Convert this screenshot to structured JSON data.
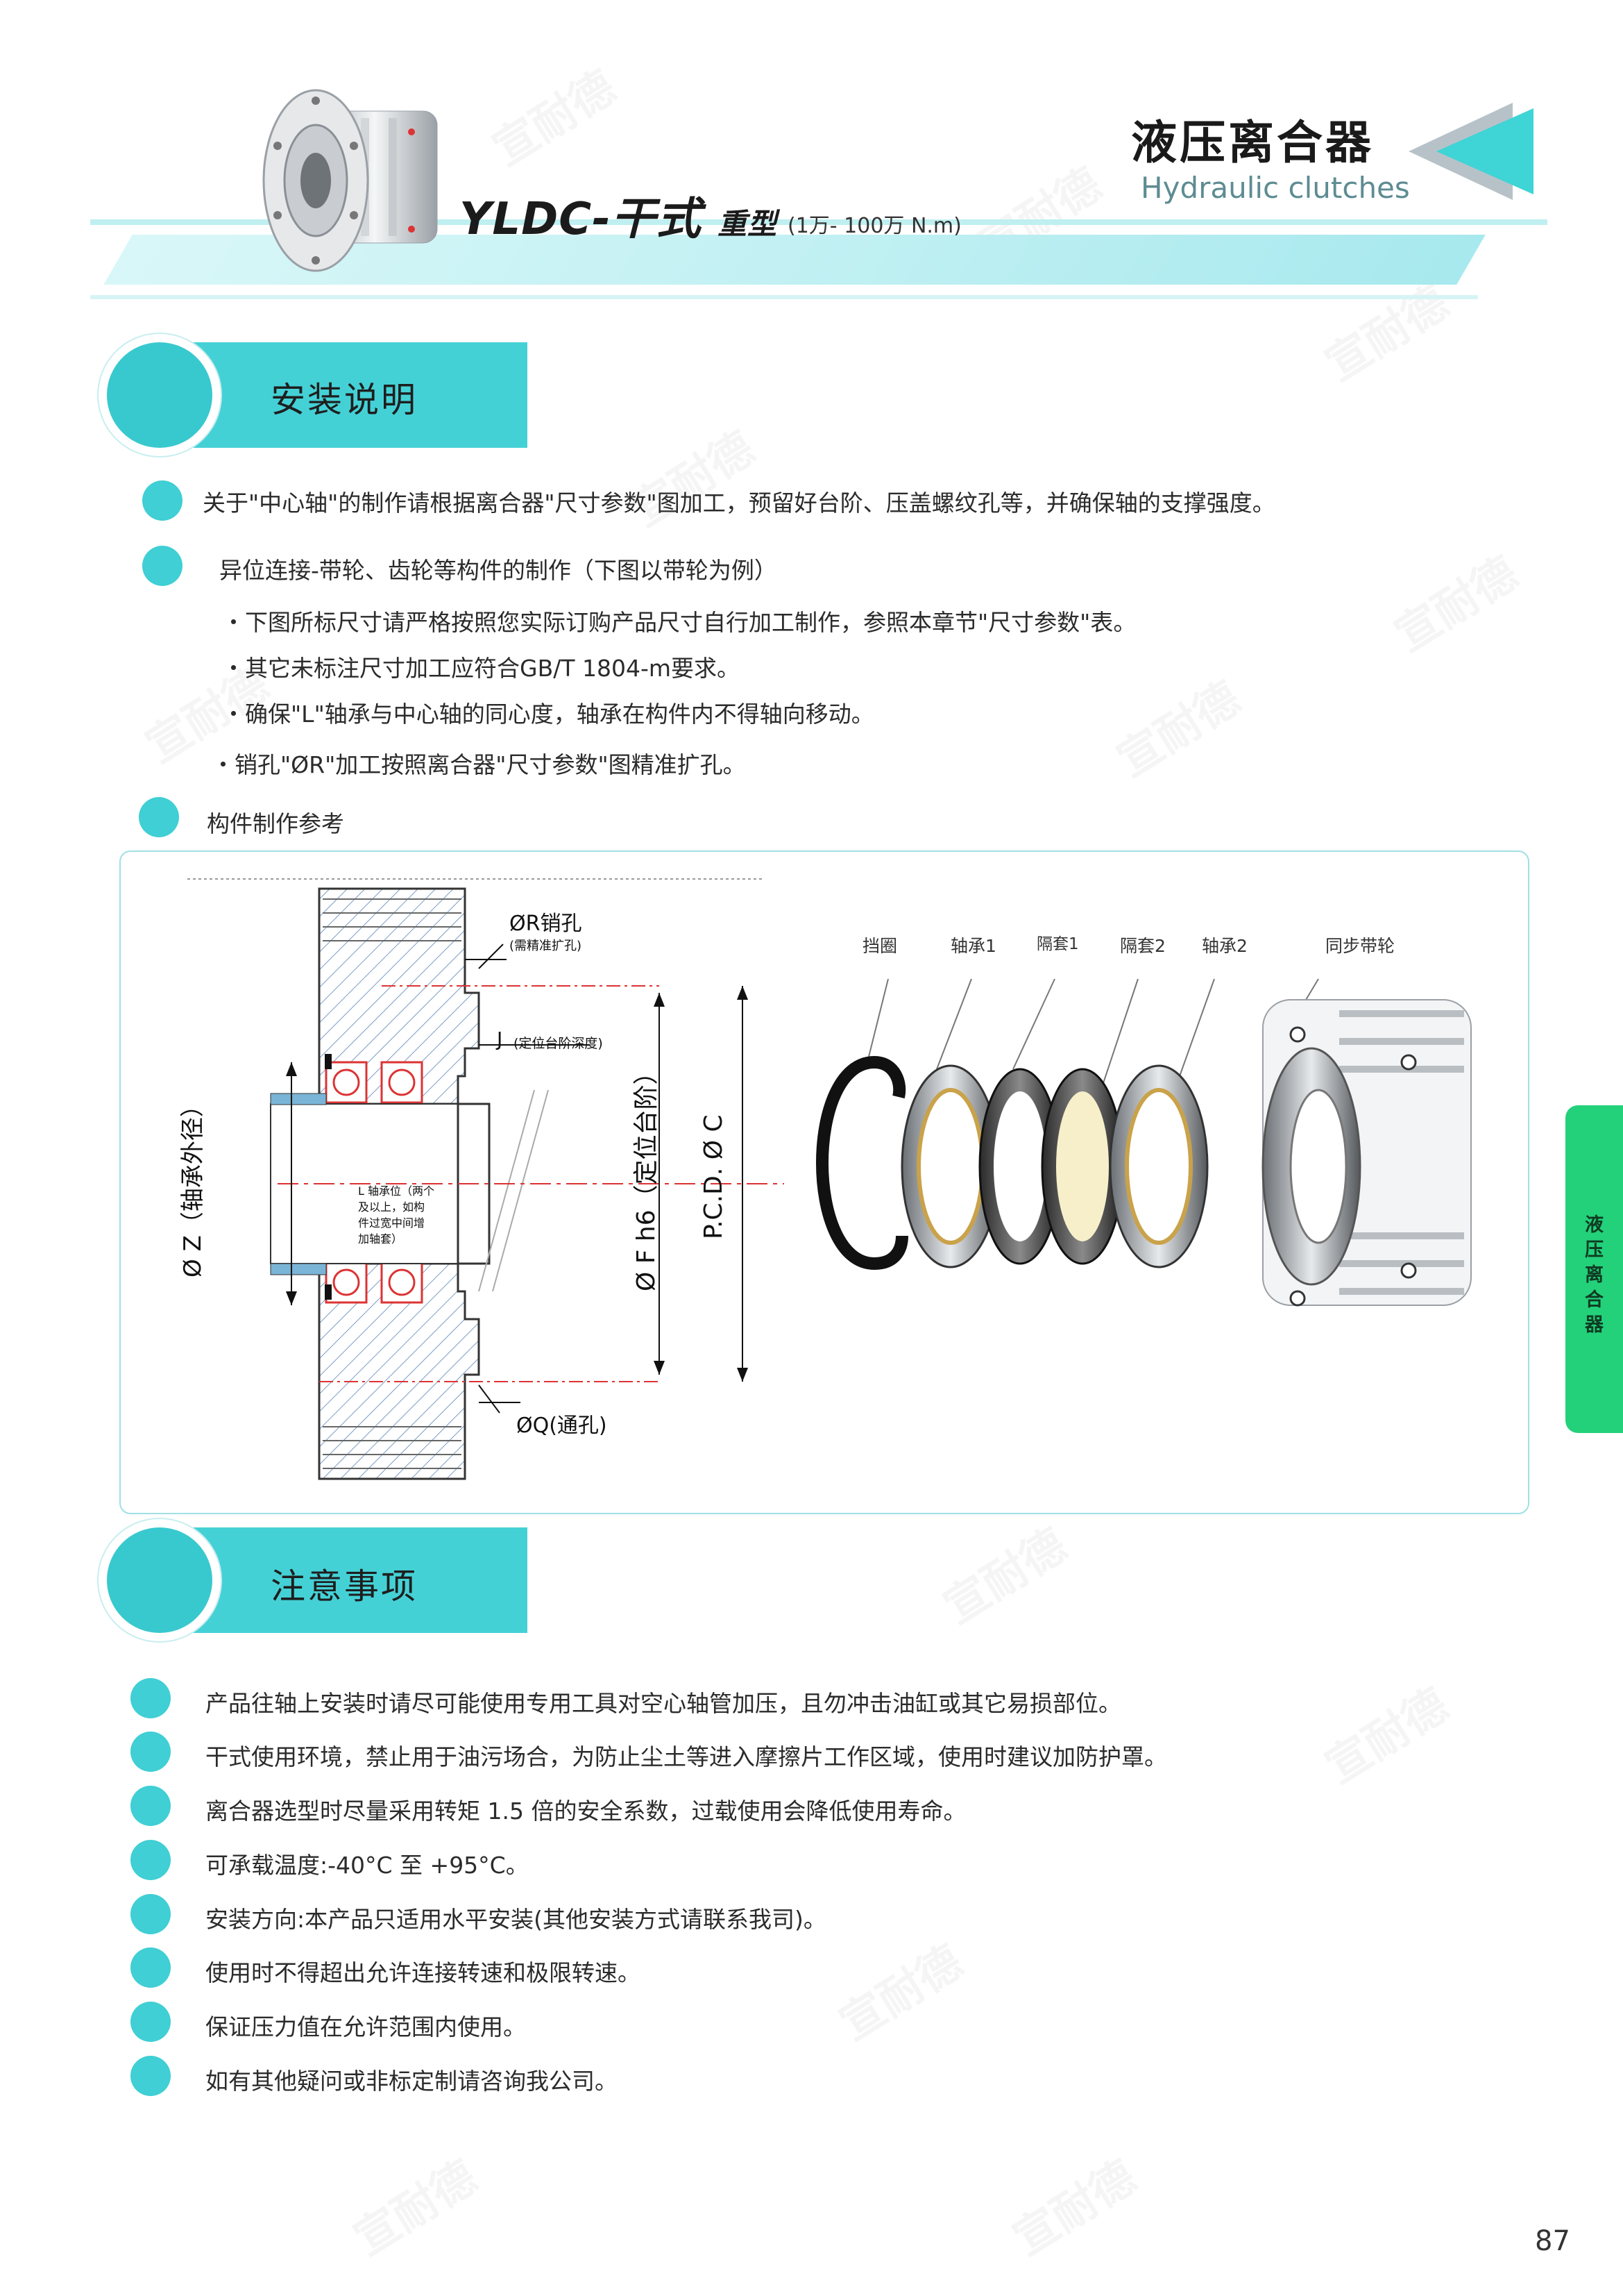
{
  "header": {
    "model_title": "YLDC-干式",
    "model_suffix": "重型",
    "torque_range": "(1万- 100万 N.m)",
    "category_cn": "液压离合器",
    "category_en": "Hydraulic clutches"
  },
  "colors": {
    "accent": "#44d1d6",
    "side_tab": "#23d17a"
  },
  "install": {
    "heading": "安装说明",
    "items": [
      "关于\"中心轴\"的制作请根据离合器\"尺寸参数\"图加工，预留好台阶、压盖螺纹孔等，并确保轴的支撑强度。",
      "异位连接-带轮、齿轮等构件的制作（下图以带轮为例）"
    ],
    "sub_items": [
      "・下图所标尺寸请严格按照您实际订购产品尺寸自行加工制作，参照本章节\"尺寸参数\"表。",
      "・其它未标注尺寸加工应符合GB/T 1804-m要求。",
      "・确保\"L\"轴承与中心轴的同心度，轴承在构件内不得轴向移动。",
      "・销孔\"ØR\"加工按照离合器\"尺寸参数\"图精准扩孔。"
    ],
    "figure_caption": "构件制作参考"
  },
  "diagram": {
    "label_r": "ØR销孔",
    "label_r_note": "(需精准扩孔)",
    "label_j": "J",
    "label_j_note": "(定位台阶深度)",
    "label_z": "Ø Z（轴承外径）",
    "label_l": [
      "L 轴承位（两个",
      "及以上，如构",
      "件过宽中间增",
      "加轴套）"
    ],
    "label_f": "Ø F h6（定位台阶）",
    "label_pcd": "P.C.D. Ø C",
    "label_q": "ØQ(通孔)",
    "parts": [
      "挡圈",
      "轴承1",
      "隔套1",
      "隔套2",
      "轴承2",
      "同步带轮"
    ]
  },
  "notes": {
    "heading": "注意事项",
    "items": [
      "产品往轴上安装时请尽可能使用专用工具对空心轴管加压，且勿冲击油缸或其它易损部位。",
      "干式使用环境，禁止用于油污场合，为防止尘土等进入摩擦片工作区域，使用时建议加防护罩。",
      "离合器选型时尽量采用转矩 1.5 倍的安全系数，过载使用会降低使用寿命。",
      "可承载温度:-40°C 至 +95°C。",
      "安装方向:本产品只适用水平安装(其他安装方式请联系我司)。",
      "使用时不得超出允许连接转速和极限转速。",
      "保证压力值在允许范围内使用。",
      "如有其他疑问或非标定制请咨询我公司。"
    ]
  },
  "side_tab": [
    "液",
    "压",
    "离",
    "合",
    "器"
  ],
  "page_number": "87",
  "watermark": "宣耐德"
}
